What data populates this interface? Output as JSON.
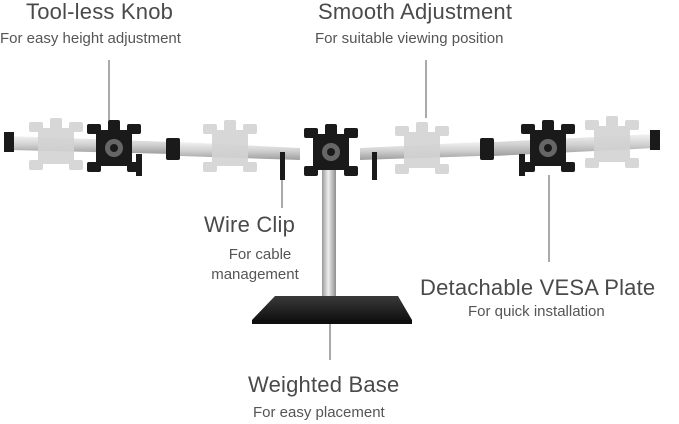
{
  "callouts": {
    "knob": {
      "title": "Tool-less Knob",
      "subtitle": "For easy height adjustment"
    },
    "smooth": {
      "title": "Smooth Adjustment",
      "subtitle": "For suitable viewing position"
    },
    "clip": {
      "title": "Wire Clip",
      "subtitle_line1": "For cable",
      "subtitle_line2": "management"
    },
    "vesa": {
      "title": "Detachable VESA Plate",
      "subtitle": "For quick installation"
    },
    "base": {
      "title": "Weighted Base",
      "subtitle": "For easy placement"
    }
  },
  "colors": {
    "plate": "#1a1a1a",
    "ghost_plate": "#cfcfcf",
    "arm": "#d8d8d8",
    "pole": "#c8c8c8",
    "base": "#2a2a2a",
    "leader": "#555555"
  }
}
